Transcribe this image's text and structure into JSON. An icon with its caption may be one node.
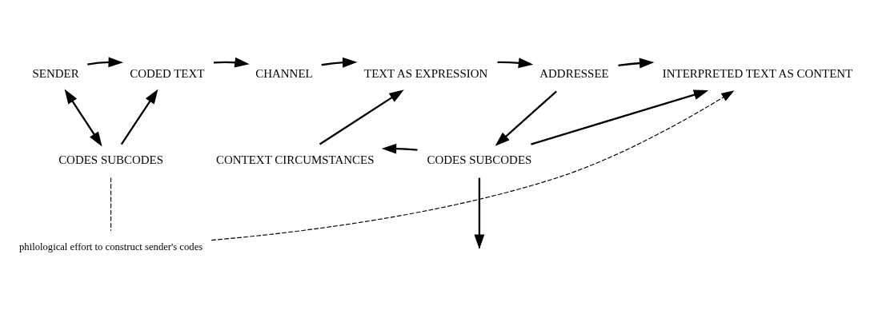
{
  "diagram": {
    "nodes": [
      {
        "text": [
          "SENDER"
        ]
      },
      {
        "text": [
          "CODED TEXT"
        ]
      },
      {
        "text": [
          "CHANNEL"
        ]
      },
      {
        "text": [
          "TEXT AS EXPRESSION"
        ]
      },
      {
        "text": [
          "ADDRESSEE"
        ]
      },
      {
        "text": [
          "INTERPRETED TEXT AS CONTENT"
        ]
      },
      {
        "text": [
          "CODES SUBCODES"
        ]
      },
      {
        "text": [
          "CONTEXT CIRCUMSTANCES"
        ]
      },
      {
        "text": [
          "CODES SUBCODES"
        ]
      },
      {
        "text": [
          "philological effort to construct sender's codes"
        ]
      }
    ],
    "edges": [
      {
        "from": 0,
        "to": 1,
        "arrow": "to"
      },
      {
        "from": 1,
        "to": 2,
        "arrow": "to"
      },
      {
        "from": 2,
        "to": 3,
        "arrow": "to"
      },
      {
        "from": 3,
        "to": 4,
        "arrow": "to"
      },
      {
        "from": 4,
        "to": 5,
        "arrow": "to"
      },
      {
        "from": 0,
        "to": 6,
        "arrow": "both"
      },
      {
        "from": 6,
        "to": 1,
        "arrow": "to"
      },
      {
        "from": 4,
        "to": 8,
        "arrow": "to"
      },
      {
        "from": 8,
        "to": 7,
        "arrow": "to"
      },
      {
        "from": 7,
        "to": 3,
        "arrow": "to"
      },
      {
        "from": 8,
        "to": 5,
        "arrow": "to"
      },
      {
        "from": 8,
        "to": null,
        "arrow": "to"
      },
      {
        "from": 6,
        "to": 9,
        "arrow": "none",
        "style": "dashed"
      },
      {
        "from": 9,
        "to": 5,
        "arrow": "to",
        "style": "dashed"
      }
    ]
  }
}
